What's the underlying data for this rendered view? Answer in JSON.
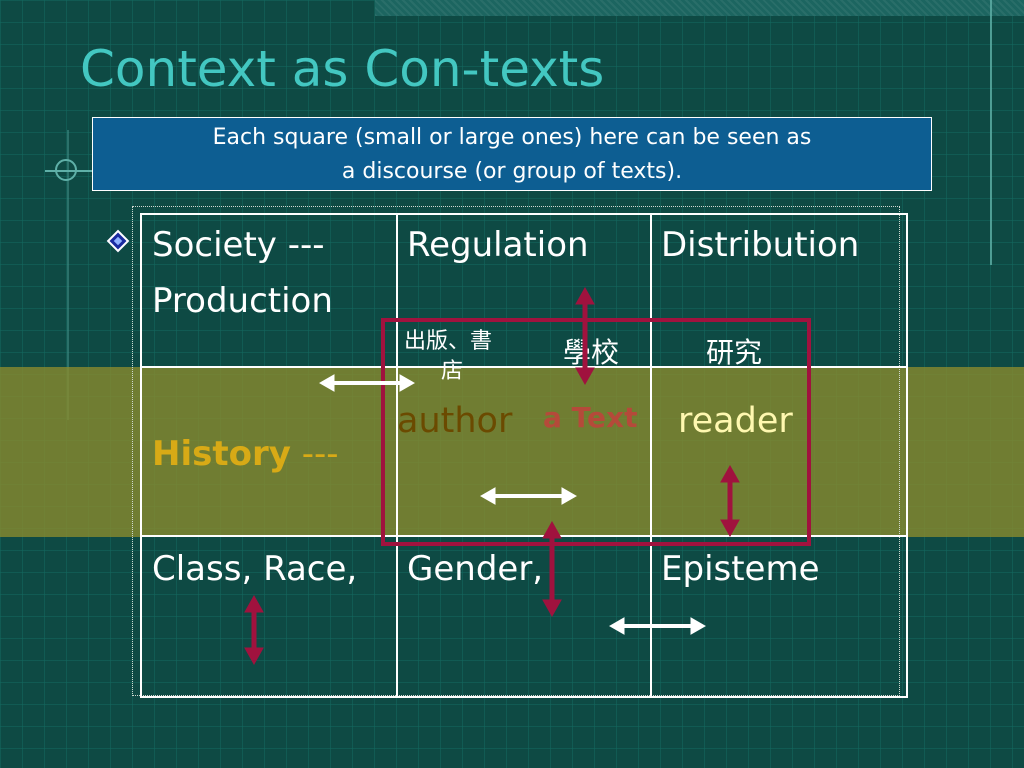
{
  "slide": {
    "title": "Context as Con-texts",
    "callout": {
      "line1": "Each square (small or large ones) here can be seen as",
      "line2": "a discourse (or group of texts)."
    }
  },
  "grid": {
    "row1": {
      "col1_line1": "Society ---",
      "col1_line2": "Production",
      "col2": "Regulation",
      "col3": "Distribution"
    },
    "row2": {
      "history_label": "History",
      "history_dash": " ---"
    },
    "row3": {
      "col1": "Class, Race,",
      "col2": "Gender,",
      "col3": "Episteme"
    }
  },
  "inner_box": {
    "cjk_publishing_line1": "出版、書",
    "cjk_publishing_line2": "店",
    "cjk_school": "學校",
    "cjk_research": "研究",
    "author": "author",
    "a_text": "a Text",
    "reader": "reader"
  },
  "colors": {
    "background": "#0e4a44",
    "title": "#43c7c1",
    "callout_bg": "#0d5e92",
    "band": "#8c8c2d",
    "history": "#d8aa16",
    "red_arrow": "#a0123e",
    "white_arrow": "#ffffff"
  },
  "icons": {
    "bullet": "diamond-bullet-icon",
    "arrow_horizontal": "double-arrow-horizontal-icon",
    "arrow_vertical": "double-arrow-vertical-icon"
  }
}
